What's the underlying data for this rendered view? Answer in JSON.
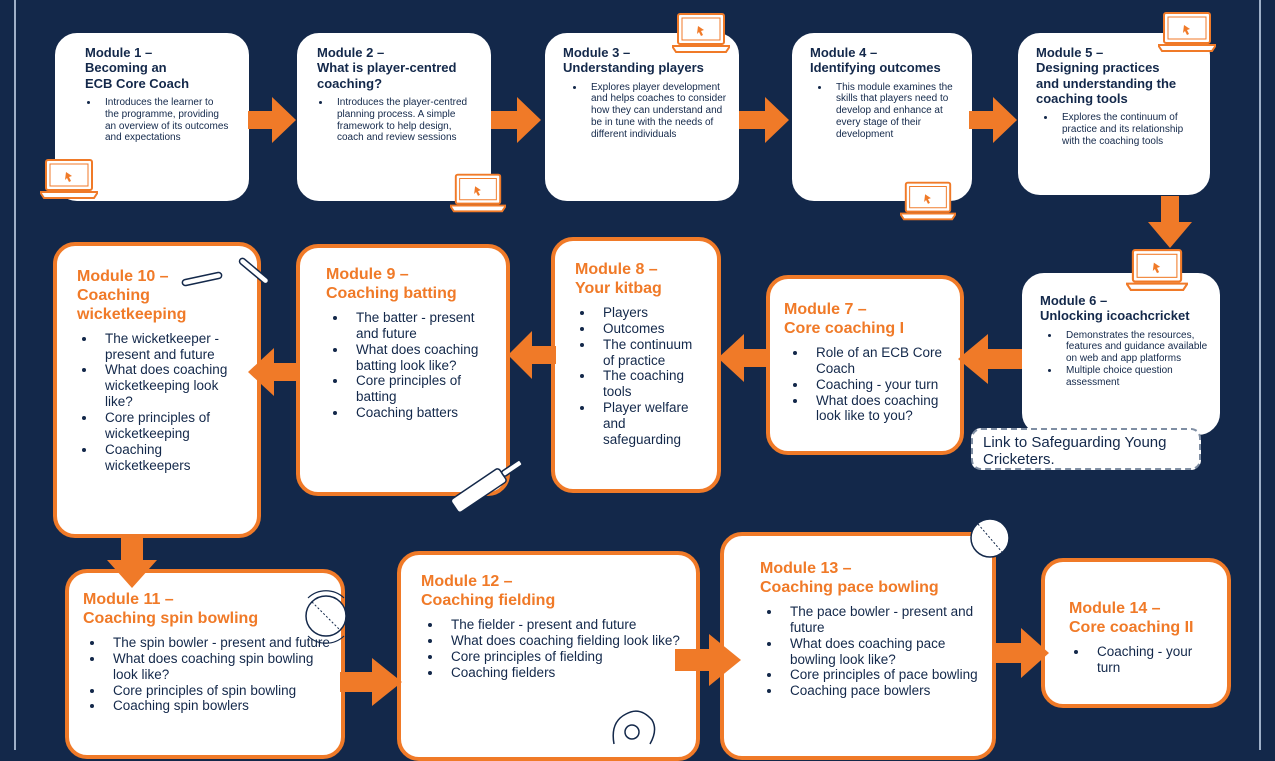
{
  "colors": {
    "background": "#13284a",
    "accent": "#f07a28",
    "box": "#ffffff",
    "text": "#13284a"
  },
  "modules": [
    {
      "id": "m1",
      "title": "Module 1 –\nBecoming an\nECB Core Coach",
      "points": [
        "Introduces the learner to the programme, providing an overview of its outcomes and expectations"
      ]
    },
    {
      "id": "m2",
      "title": "Module 2 –\nWhat is player-centred\ncoaching?",
      "points": [
        "Introduces the player-centred planning process. A simple framework to help design, coach and review sessions"
      ]
    },
    {
      "id": "m3",
      "title": "Module 3 –\nUnderstanding players",
      "points": [
        "Explores player development and helps coaches to consider how they can understand and be in tune with the needs of different individuals"
      ]
    },
    {
      "id": "m4",
      "title": "Module 4 –\nIdentifying outcomes",
      "points": [
        "This module examines the skills that players need to develop and enhance at every stage of their development"
      ]
    },
    {
      "id": "m5",
      "title": "Module 5 –\nDesigning practices\nand understanding the\ncoaching tools",
      "points": [
        "Explores the continuum of practice and its relationship with the coaching tools"
      ]
    },
    {
      "id": "m6",
      "title": "Module 6 –\nUnlocking icoachcricket",
      "points": [
        "Demonstrates the resources, features and guidance available on web and app platforms",
        "Multiple choice question assessment"
      ]
    },
    {
      "id": "m7",
      "title": "Module 7 –\nCore coaching I",
      "points": [
        "Role of an ECB Core Coach",
        "Coaching - your turn",
        "What does coaching look like to you?"
      ]
    },
    {
      "id": "m8",
      "title": "Module 8 –\nYour kitbag",
      "points": [
        "Players",
        "Outcomes",
        "The continuum of practice",
        "The coaching tools",
        "Player welfare and safeguarding"
      ]
    },
    {
      "id": "m9",
      "title": "Module 9 –\nCoaching batting",
      "points": [
        "The batter - present and future",
        "What does coaching batting look like?",
        "Core principles of batting",
        "Coaching batters"
      ]
    },
    {
      "id": "m10",
      "title": "Module 10 –\nCoaching\nwicketkeeping",
      "points": [
        "The wicketkeeper - present and future",
        "What does coaching wicketkeeping look like?",
        "Core principles of wicketkeeping",
        "Coaching wicketkeepers"
      ]
    },
    {
      "id": "m11",
      "title": "Module 11 –\nCoaching spin bowling",
      "points": [
        "The spin bowler - present and future",
        "What does coaching spin bowling look like?",
        "Core principles of spin bowling",
        "Coaching spin bowlers"
      ]
    },
    {
      "id": "m12",
      "title": "Module 12 –\nCoaching fielding",
      "points": [
        "The fielder - present and future",
        "What does coaching fielding look like?",
        "Core principles of fielding",
        "Coaching fielders"
      ]
    },
    {
      "id": "m13",
      "title": "Module 13 –\nCoaching pace bowling",
      "points": [
        "The pace bowler - present and future",
        "What does coaching pace bowling look like?",
        "Core principles of pace bowling",
        "Coaching pace bowlers"
      ]
    },
    {
      "id": "m14",
      "title": "Module 14 –\nCore coaching II",
      "points": [
        "Coaching - your turn"
      ]
    }
  ],
  "note": {
    "text": "Link to Safeguarding Young Cricketers."
  },
  "icons": [
    "laptop-icon",
    "cricket-stumps-icon",
    "cricket-bat-icon",
    "cricket-ball-icon",
    "spinning-ball-icon",
    "hand-catch-icon"
  ]
}
